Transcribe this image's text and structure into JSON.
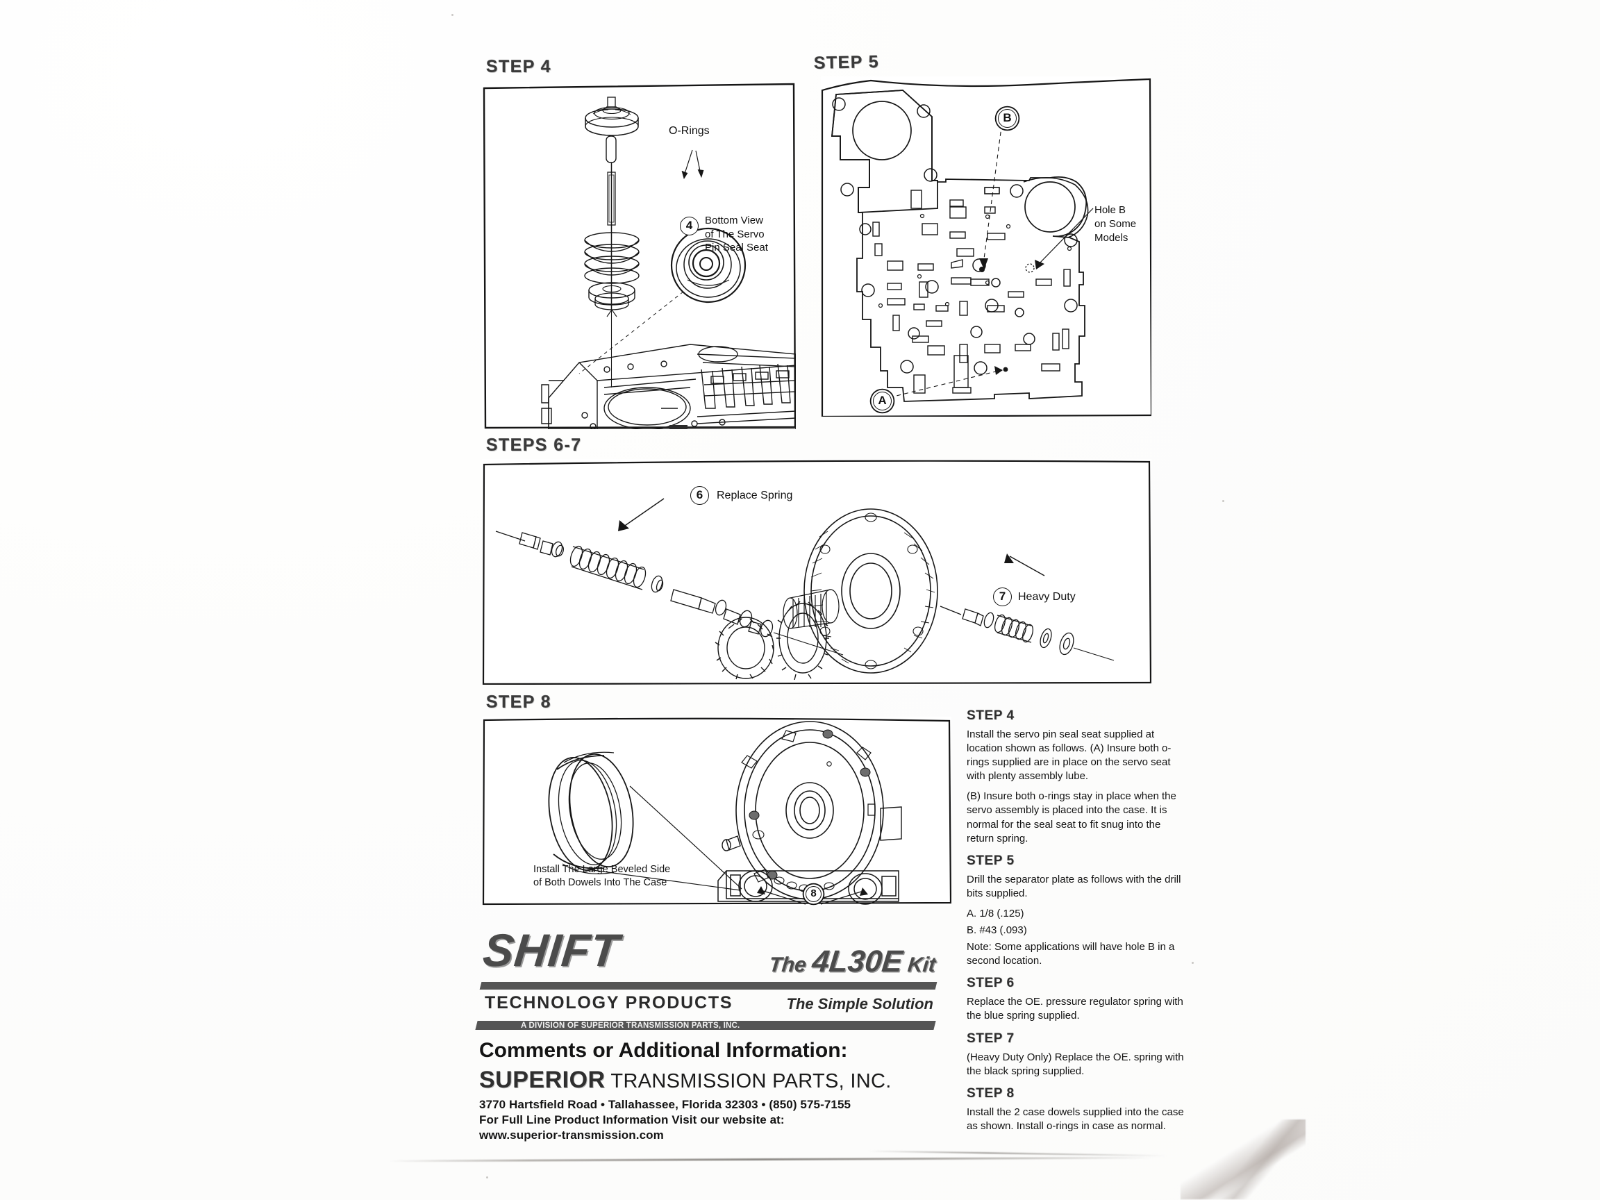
{
  "document": {
    "kind": "transmission-rebuild-instruction-sheet"
  },
  "panels": {
    "step4": {
      "title": "STEP 4",
      "labels": {
        "orings": "O-Rings",
        "callout_number": "4",
        "callout_text": "Bottom View\nof The Servo\nPin Seal Seat"
      }
    },
    "step5": {
      "title": "STEP 5",
      "labels": {
        "marker_a": "A",
        "marker_b": "B",
        "hole_note": "Hole B\non Some\nModels"
      }
    },
    "steps67": {
      "title": "STEPS 6-7",
      "labels": {
        "callout6_number": "6",
        "callout6_text": "Replace Spring",
        "callout7_number": "7",
        "callout7_text": "Heavy Duty"
      }
    },
    "step8": {
      "title": "STEP 8",
      "labels": {
        "dowel_note": "Install The Large Beveled Side\nof Both Dowels Into The Case",
        "callout_number": "8"
      }
    }
  },
  "instructions": [
    {
      "heading": "STEP 4",
      "paragraphs": [
        "Install the servo pin seal seat supplied at location shown as follows. (A) Insure both o-rings supplied are in place on the servo seat with plenty assembly lube.",
        "(B) Insure both o-rings stay in place when the servo assembly is placed into the case. It is normal for the seal seat to fit snug into the return spring."
      ]
    },
    {
      "heading": "STEP 5",
      "paragraphs": [
        "Drill the separator plate as follows with the drill bits supplied.",
        "A. 1/8    (.125)",
        "B. #43  (.093)",
        "Note: Some applications will have hole B in a second location."
      ]
    },
    {
      "heading": "STEP 6",
      "paragraphs": [
        "Replace the OE. pressure regulator spring with the blue spring supplied."
      ]
    },
    {
      "heading": "STEP 7",
      "paragraphs": [
        "(Heavy Duty Only) Replace the OE. spring with the black spring supplied."
      ]
    },
    {
      "heading": "STEP 8",
      "paragraphs": [
        "Install the 2 case dowels supplied into the case as shown. Install o-rings in case as normal."
      ]
    }
  ],
  "logo": {
    "brand": "SHIFT",
    "tagline_products": "TECHNOLOGY PRODUCTS",
    "division_line": "A DIVISION OF SUPERIOR TRANSMISSION PARTS, INC.",
    "kit_the": "The ",
    "kit_model": "4L30E",
    "kit_word": " Kit",
    "simple_solution": "The Simple Solution"
  },
  "footer": {
    "comments_heading": "Comments or Additional Information:",
    "company_strong": "SUPERIOR",
    "company_rest": " TRANSMISSION PARTS, INC.",
    "address": "3770 Hartsfield Road • Tallahassee, Florida 32303 • (850) 575-7155\nFor Full Line Product Information Visit our website at:\nwww.superior-transmission.com"
  },
  "colors": {
    "ink": "#141414",
    "logo_gray": "#4b4b4b",
    "paper": "#ffffff"
  }
}
